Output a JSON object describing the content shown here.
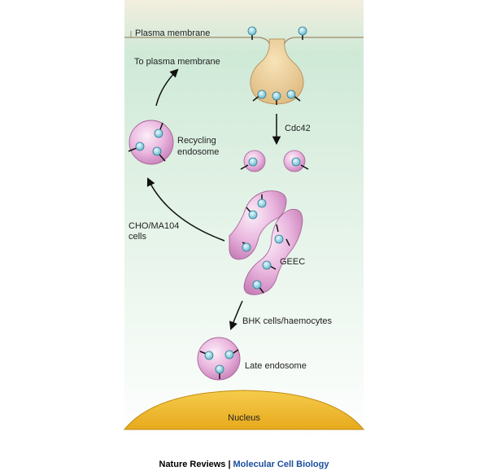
{
  "labels": {
    "plasma_membrane": "Plasma membrane",
    "to_plasma_membrane": "To plasma membrane",
    "recycling_line1": "Recycling",
    "recycling_line2": "endosome",
    "cdc42": "Cdc42",
    "cho_line1": "CHO/MA104",
    "cho_line2": "cells",
    "geec": "GEEC",
    "bhk": "BHK cells/haemocytes",
    "late_endosome": "Late endosome",
    "nucleus": "Nucleus"
  },
  "footer": {
    "publisher": "Nature Reviews",
    "separator": "|",
    "journal": "Molecular Cell Biology"
  },
  "colors": {
    "cytoplasm_top": "#f3eede",
    "cytoplasm_bottom": "#d4ecdd",
    "invagination": "#e9c98e",
    "endosome_pink": "#e3a6d6",
    "cargo_blue": "#8fd0df",
    "nucleus": "#f1bd2a",
    "journal_blue": "#1b4e9b"
  }
}
